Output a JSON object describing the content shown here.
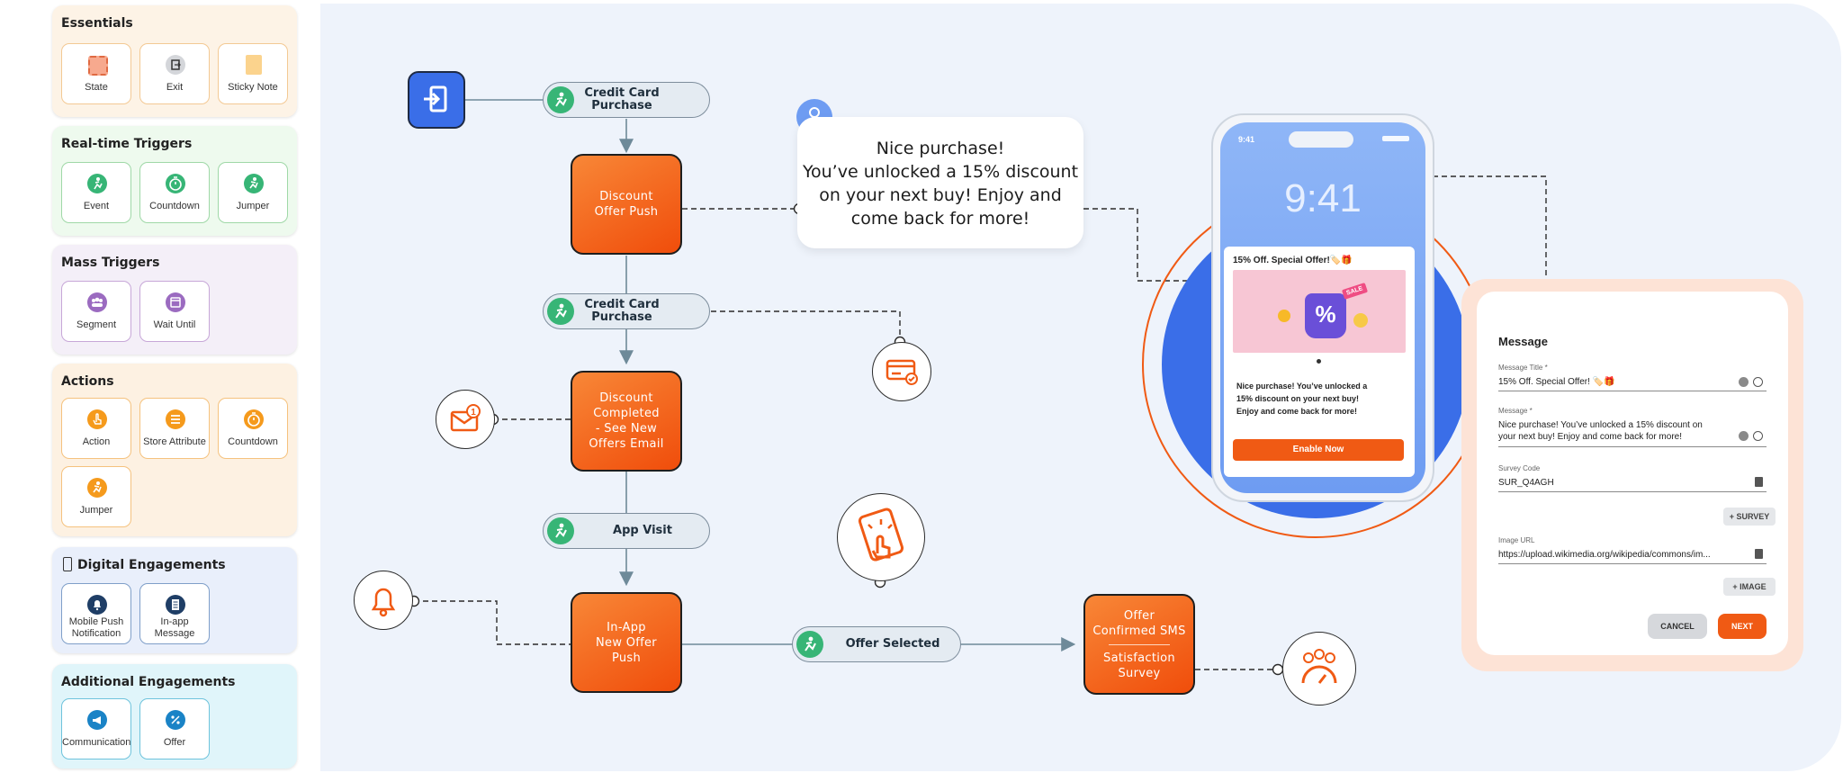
{
  "sidebar": {
    "essentials": {
      "title": "Essentials",
      "items": [
        {
          "label": "State",
          "icon": "state-icon"
        },
        {
          "label": "Exit",
          "icon": "exit-icon"
        },
        {
          "label": "Sticky Note",
          "icon": "sticky-note-icon"
        }
      ]
    },
    "realtime": {
      "title": "Real-time Triggers",
      "items": [
        {
          "label": "Event",
          "icon": "event-icon"
        },
        {
          "label": "Countdown",
          "icon": "countdown-icon"
        },
        {
          "label": "Jumper",
          "icon": "jumper-icon"
        }
      ]
    },
    "mass": {
      "title": "Mass Triggers",
      "items": [
        {
          "label": "Segment",
          "icon": "segment-icon"
        },
        {
          "label": "Wait Until",
          "icon": "calendar-icon"
        }
      ]
    },
    "actions": {
      "title": "Actions",
      "items": [
        {
          "label": "Action",
          "icon": "action-icon"
        },
        {
          "label": "Store Attribute",
          "icon": "list-icon"
        },
        {
          "label": "Countdown",
          "icon": "countdown-icon"
        },
        {
          "label": "Jumper",
          "icon": "jumper-icon"
        }
      ]
    },
    "digital": {
      "title": "Digital Engagements",
      "items": [
        {
          "label1": "Mobile Push",
          "label2": "Notification",
          "icon": "bell-icon"
        },
        {
          "label1": "In-app",
          "label2": "Message",
          "icon": "document-icon"
        }
      ]
    },
    "additional": {
      "title": "Additional Engagements",
      "items": [
        {
          "label": "Communication",
          "icon": "megaphone-icon"
        },
        {
          "label": "Offer",
          "icon": "percent-icon"
        }
      ]
    }
  },
  "flow": {
    "pill_credit1": "Credit Card Purchase",
    "node_discount_push_1": "Discount",
    "node_discount_push_2": "Offer Push",
    "pill_credit2": "Credit Card Purchase",
    "node_completed_1": "Discount",
    "node_completed_2": "Completed",
    "node_completed_3": "- See New",
    "node_completed_4": "Offers Email",
    "pill_app_visit": "App Visit",
    "node_inapp_1": "In-App",
    "node_inapp_2": "New Offer",
    "node_inapp_3": "Push",
    "pill_offer_selected": "Offer Selected",
    "node_sms_1": "Offer",
    "node_sms_2": "Confirmed SMS",
    "node_sms_3": "Satisfaction",
    "node_sms_4": "Survey"
  },
  "message_bubble": {
    "line1": "Nice purchase!",
    "line2": "You’ve unlocked a 15% discount",
    "line3": "on your next buy! Enjoy and",
    "line4": "come back for more!"
  },
  "phone": {
    "status_time": "9:41",
    "clock": "9:41",
    "card_title": "15% Off. Special Offer!🏷️🎁",
    "sale_tag": "SALE",
    "percent": "%",
    "body_line1": "Nice purchase! You’ve unlocked a",
    "body_line2": "15% discount on your next buy!",
    "body_line3": "Enjoy and come back for more!",
    "button": "Enable Now"
  },
  "form": {
    "heading": "Message",
    "title_label": "Message Title *",
    "title_value": "15% Off. Special Offer! 🏷️🎁",
    "message_label": "Message *",
    "message_line1": "Nice purchase! You’ve unlocked a 15% discount on",
    "message_line2": "your next buy! Enjoy and come back for more!",
    "survey_label": "Survey Code",
    "survey_value": "SUR_Q4AGH",
    "survey_button": "+ SURVEY",
    "image_label": "Image URL",
    "image_value": "https://upload.wikimedia.org/wikipedia/commons/im...",
    "image_button": "+ IMAGE",
    "cancel": "CANCEL",
    "next": "NEXT"
  },
  "colors": {
    "accent": "#f05a14",
    "canvas": "#eef3fb",
    "entry": "#3a6ee8",
    "event_green": "#37b576"
  }
}
